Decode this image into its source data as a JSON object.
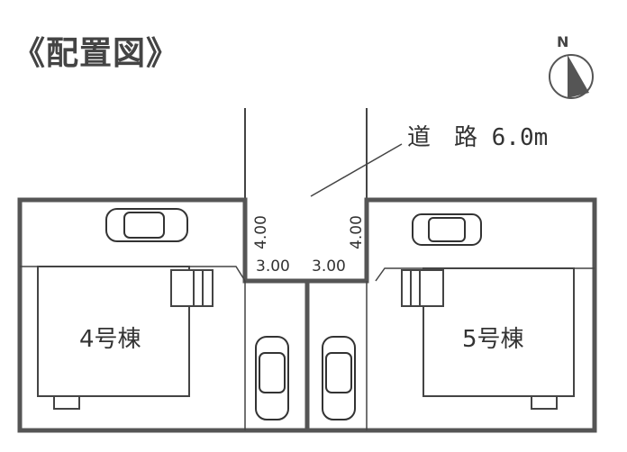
{
  "title": "《配置図》",
  "road_label": "道　路 6.0m",
  "north_label": "N",
  "houses": [
    {
      "label": "4号棟"
    },
    {
      "label": "5号棟"
    }
  ],
  "dimensions": {
    "left_depth": "4.00",
    "right_depth": "4.00",
    "left_width": "3.00",
    "right_width": "3.00"
  },
  "colors": {
    "wall": "#555555",
    "line": "#444444",
    "north_fill": "#555555"
  }
}
